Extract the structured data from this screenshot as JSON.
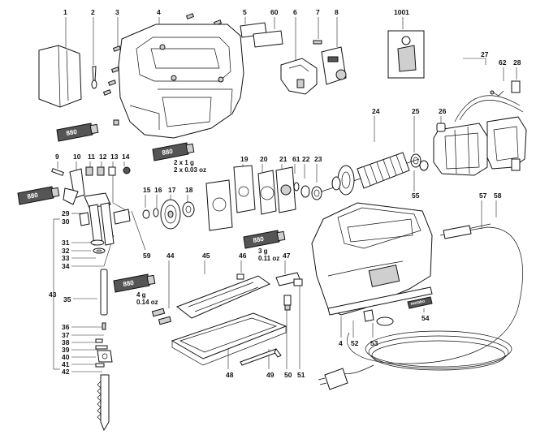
{
  "numbers": {
    "n1": "1",
    "n2": "2",
    "n3": "3",
    "n4": "4",
    "n4b": "4",
    "n5": "5",
    "n60": "60",
    "n6": "6",
    "n7": "7",
    "n8": "8",
    "n1001": "1001",
    "n27": "27",
    "n62": "62",
    "n28": "28",
    "n24": "24",
    "n25": "25",
    "n26": "26",
    "n55": "55",
    "n9": "9",
    "n10": "10",
    "n11": "11",
    "n12": "12",
    "n13": "13",
    "n14": "14",
    "n19": "19",
    "n20": "20",
    "n21": "21",
    "n61": "61",
    "n22": "22",
    "n23": "23",
    "n15": "15",
    "n16": "16",
    "n17": "17",
    "n18": "18",
    "n29": "29",
    "n30": "30",
    "n31": "31",
    "n32": "32",
    "n33": "33",
    "n34": "34",
    "n43": "43",
    "n35": "35",
    "n36": "36",
    "n37": "37",
    "n38": "38",
    "n39": "39",
    "n40": "40",
    "n41": "41",
    "n42": "42",
    "n44": "44",
    "n45": "45",
    "n46": "46",
    "n47": "47",
    "n48": "48",
    "n49": "49",
    "n50": "50",
    "n51": "51",
    "n52": "52",
    "n53": "53",
    "n54": "54",
    "n57": "57",
    "n58": "58",
    "n59": "59"
  },
  "lubricant": {
    "tube_label": "880",
    "qty_1_a": "2 x 1 g",
    "qty_1_b": "2 x 0.03 oz",
    "qty_2_a": "3 g",
    "qty_2_b": "0.11 oz",
    "qty_3_a": "4 g",
    "qty_3_b": "0.14 oz"
  },
  "brand_plate": "metabo"
}
